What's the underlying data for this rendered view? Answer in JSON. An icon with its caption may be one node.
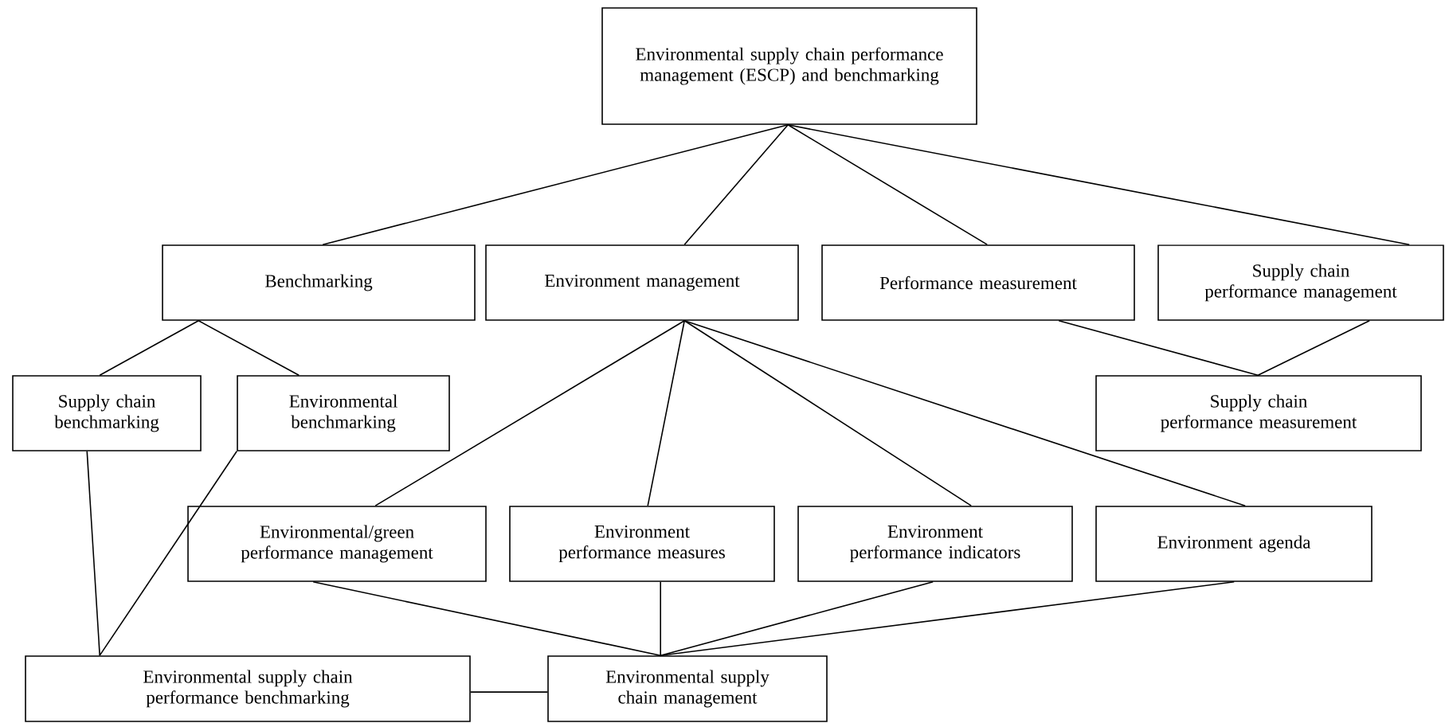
{
  "diagram": {
    "nodes": [
      {
        "text": [
          "Environmental supply chain performance management (ESCP) and benchmarking"
        ]
      },
      {
        "text": [
          "Benchmarking"
        ]
      },
      {
        "text": [
          "Environment management"
        ]
      },
      {
        "text": [
          "Performance measurement"
        ]
      },
      {
        "text": [
          "Supply chain performance management"
        ]
      },
      {
        "text": [
          "Supply chain benchmarking"
        ]
      },
      {
        "text": [
          "Environmental benchmarking"
        ]
      },
      {
        "text": [
          "Supply chain performance measurement"
        ]
      },
      {
        "text": [
          "Environmental/green performance management"
        ]
      },
      {
        "text": [
          "Environment performance measures"
        ]
      },
      {
        "text": [
          "Environment performance indicators"
        ]
      },
      {
        "text": [
          "Environment agenda"
        ]
      },
      {
        "text": [
          "Environmental supply chain performance benchmarking"
        ]
      },
      {
        "text": [
          "Environmental supply chain management"
        ]
      }
    ],
    "edges": [
      {
        "from": 0,
        "to": 1,
        "arrow": "none"
      },
      {
        "from": 0,
        "to": 2,
        "arrow": "none"
      },
      {
        "from": 0,
        "to": 3,
        "arrow": "none"
      },
      {
        "from": 0,
        "to": 4,
        "arrow": "none"
      },
      {
        "from": 1,
        "to": 5,
        "arrow": "none"
      },
      {
        "from": 1,
        "to": 6,
        "arrow": "none"
      },
      {
        "from": 3,
        "to": 7,
        "arrow": "none"
      },
      {
        "from": 4,
        "to": 7,
        "arrow": "none"
      },
      {
        "from": 2,
        "to": 8,
        "arrow": "none"
      },
      {
        "from": 2,
        "to": 9,
        "arrow": "none"
      },
      {
        "from": 2,
        "to": 10,
        "arrow": "none"
      },
      {
        "from": 2,
        "to": 11,
        "arrow": "none"
      },
      {
        "from": 5,
        "to": 12,
        "arrow": "none"
      },
      {
        "from": 6,
        "to": 12,
        "arrow": "none"
      },
      {
        "from": 8,
        "to": 13,
        "arrow": "none"
      },
      {
        "from": 9,
        "to": 13,
        "arrow": "none"
      },
      {
        "from": 10,
        "to": 13,
        "arrow": "none"
      },
      {
        "from": 11,
        "to": 13,
        "arrow": "none"
      },
      {
        "from": 12,
        "to": 13,
        "arrow": "none"
      }
    ]
  }
}
